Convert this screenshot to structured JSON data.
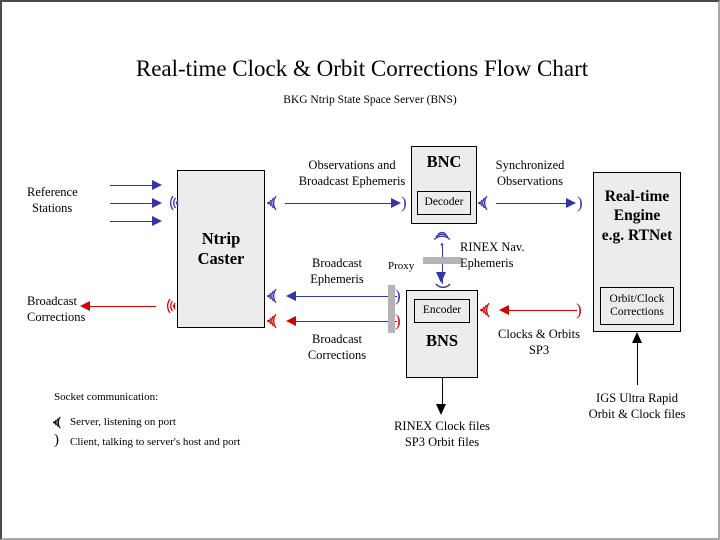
{
  "page": {
    "title": "Real-time Clock & Orbit Corrections Flow Chart",
    "subtitle": "BKG Ntrip State Space Server  (BNS)",
    "colors": {
      "blue": "#3333aa",
      "red": "#d40000",
      "box_fill": "#ececec",
      "proxy_gray": "#b4b4b4",
      "border": "#000000"
    }
  },
  "boxes": {
    "ntrip_caster": {
      "title": "Ntrip\nCaster",
      "line1": "Ntrip",
      "line2": "Caster"
    },
    "bnc": {
      "title": "BNC",
      "inner": "Decoder"
    },
    "bns": {
      "title": "BNS",
      "inner": "Encoder"
    },
    "rt_engine": {
      "line1": "Real-time",
      "line2": "Engine",
      "line3": "e.g. RTNet",
      "inner_line1": "Orbit/Clock",
      "inner_line2": "Corrections"
    }
  },
  "labels": {
    "reference_stations_l1": "Reference",
    "reference_stations_l2": "Stations",
    "broadcast_corrections_left_l1": "Broadcast",
    "broadcast_corrections_left_l2": "Corrections",
    "observations_l1": "Observations and",
    "observations_l2": "Broadcast Ephemeris",
    "synchronized_l1": "Synchronized",
    "synchronized_l2": "Observations",
    "broadcast_ephemeris_l1": "Broadcast",
    "broadcast_ephemeris_l2": "Ephemeris",
    "broadcast_corrections_mid_l1": "Broadcast",
    "broadcast_corrections_mid_l2": "Corrections",
    "proxy": "Proxy",
    "rinex_nav_l1": "RINEX Nav.",
    "rinex_nav_l2": "Ephemeris",
    "clocks_orbits_l1": "Clocks & Orbits",
    "clocks_orbits_l2": "SP3",
    "igs_l1": "IGS Ultra Rapid",
    "igs_l2": "Orbit & Clock files",
    "rinex_files_l1": "RINEX Clock files",
    "rinex_files_l2": "SP3 Orbit files"
  },
  "legend": {
    "heading": "Socket communication:",
    "server": "Server,  listening on port",
    "client": "Client, talking to server's host and port",
    "server_icon": "signal-server-icon",
    "client_icon": "signal-client-icon"
  }
}
